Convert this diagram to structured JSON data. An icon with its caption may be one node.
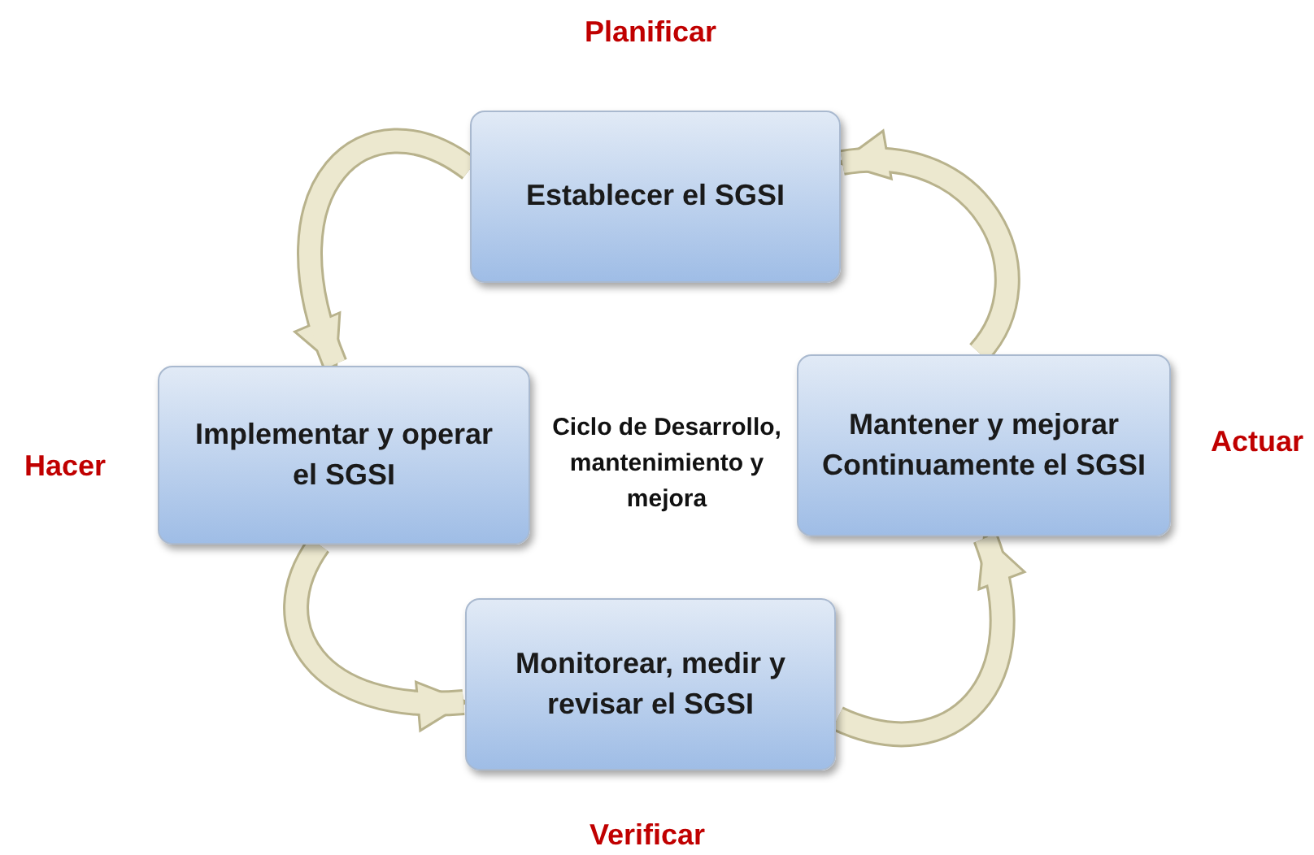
{
  "diagram": {
    "nodes": [
      {
        "text": [
          "Establecer el SGSI"
        ],
        "beside": [
          "Planificar"
        ]
      },
      {
        "text": [
          "Implementar y operar el SGSI"
        ],
        "beside": [
          "Hacer"
        ]
      },
      {
        "text": [
          "Mantener y mejorar Continuamente el SGSI"
        ],
        "beside": [
          "Actuar"
        ]
      },
      {
        "text": [
          "Monitorear, medir y revisar el SGSI"
        ],
        "beside": [
          "Verificar"
        ]
      }
    ],
    "edges": [
      {
        "from": 0,
        "to": 1,
        "arrow": "to"
      },
      {
        "from": 1,
        "to": 3,
        "arrow": "to"
      },
      {
        "from": 3,
        "to": 2,
        "arrow": "to"
      },
      {
        "from": 2,
        "to": 0,
        "arrow": "to"
      }
    ],
    "labels": [
      "Ciclo de Desarrollo, mantenimiento y mejora"
    ]
  }
}
